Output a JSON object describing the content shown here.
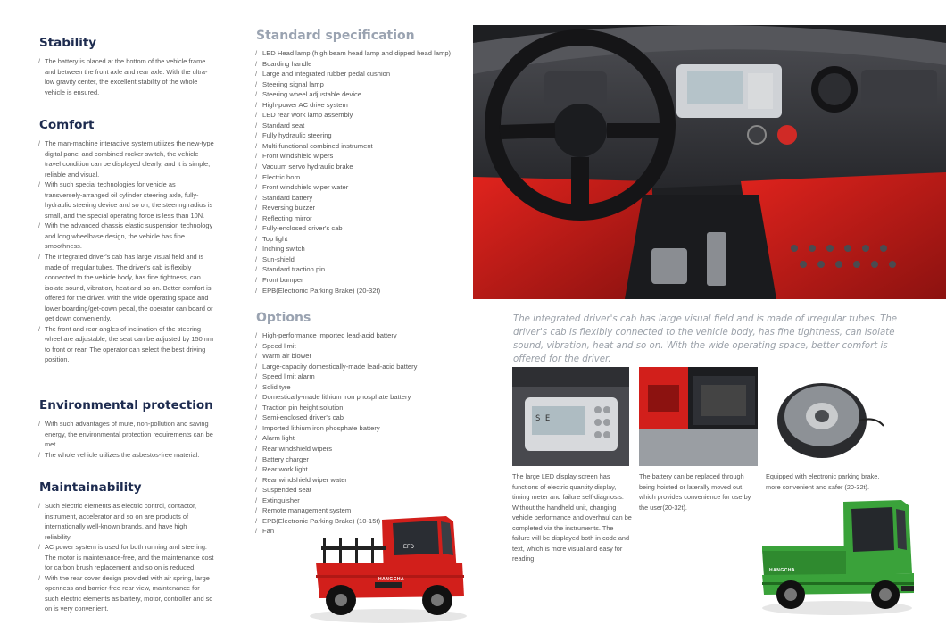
{
  "left": {
    "sections": [
      {
        "title": "Stability",
        "items": [
          "The battery is placed at the bottom of the vehicle frame and between the front axle and rear axle. With the ultra-low gravity center, the excellent stability of the whole vehicle is ensured."
        ]
      },
      {
        "title": "Comfort",
        "items": [
          "The man-machine interactive system utilizes the new-type digital panel and combined rocker switch, the vehicle travel condition can be displayed clearly, and it is simple, reliable and visual.",
          "With such special technologies for vehicle as transversely-arranged oil cylinder steering axle, fully-hydraulic steering device and so on, the steering radius is small, and the special operating force is less than 10N.",
          "With the advanced chassis elastic suspension technology and long wheelbase design, the vehicle has fine smoothness.",
          "The integrated driver's cab has large visual field and is made of irregular tubes. The driver's cab is flexibly connected to the vehicle body, has fine tightness, can isolate sound, vibration, heat and so on. Better comfort is offered for the driver. With the wide operating space and lower boarding/get-down pedal, the operator can board or get down conveniently.",
          "The front and rear angles of inclination of the steering wheel are adjustable; the seat can be adjusted by 150mm to front or rear. The operator can select the best driving position."
        ]
      },
      {
        "title": "Environmental protection",
        "items": [
          "With such advantages of mute, non-pollution and saving energy, the environmental protection requirements can be met.",
          "The whole vehicle utilizes the asbestos-free material."
        ]
      },
      {
        "title": "Maintainability",
        "items": [
          "Such electric elements as electric control, contactor, instrument, accelerator and so on are products of internationally well-known brands, and have high reliability.",
          "AC power system is used for both running and steering. The motor is maintenance-free, and the maintenance cost for carbon brush replacement and so on is reduced.",
          "With the rear cover design provided with air spring, large openness and barrier-free rear view, maintenance for such electric elements as battery, motor, controller and so on is very convenient."
        ]
      }
    ]
  },
  "standard": {
    "title": "Standard specification",
    "items": [
      "LED Head lamp (high beam head lamp and dipped head lamp)",
      "Boarding handle",
      "Large and integrated rubber pedal cushion",
      "Steering signal lamp",
      "Steering wheel adjustable device",
      "High-power AC drive system",
      "LED rear work lamp assembly",
      "Standard seat",
      "Fully hydraulic steering",
      "Multi-functional combined instrument",
      "Front windshield wipers",
      "Vacuum servo hydraulic brake",
      "Electric horn",
      "Front windshield wiper water",
      "Standard battery",
      "Reversing buzzer",
      "Reflecting mirror",
      "Fully-enclosed driver's cab",
      "Top light",
      "Inching switch",
      "Sun-shield",
      "Standard traction pin",
      "Front bumper",
      "EPB(Electronic Parking Brake) (20-32t)"
    ]
  },
  "options": {
    "title": "Options",
    "items": [
      "High-performance imported lead-acid battery",
      "Speed limit",
      "Warm air blower",
      "Large-capacity domestically-made lead-acid battery",
      "Speed limit alarm",
      "Solid tyre",
      "Domestically-made lithium iron phosphate battery",
      "Traction pin height solution",
      "Semi-enclosed driver's cab",
      "Imported lithium iron phosphate battery",
      "Alarm light",
      "Rear windshield wipers",
      "Battery charger",
      "Rear work light",
      "Rear windshield wiper water",
      "Suspended seat",
      "Extinguisher",
      "Remote management system",
      "EPB(Electronic Parking Brake) (10-15t)",
      "Fan"
    ]
  },
  "right": {
    "main_caption": "The integrated driver's cab has large visual field and is made of irregular tubes. The driver's cab is flexibly connected to the vehicle body, has fine tightness, can isolate sound, vibration, heat and so on. With the wide operating space, better comfort is offered for the driver.",
    "captions": [
      "The large LED display screen has functions of electric quantity display, timing meter and failure self-diagnosis. Without the handheld unit, changing vehicle performance and overhaul can be completed via the instruments. The failure will be displayed both in code and text, which is more visual and easy for reading.",
      "The battery can be replaced through being hoisted or laterally moved out, which provides convenience for use by the user(20-32t).",
      "Equipped with electronic parking brake, more convenient and safer (20-32t)."
    ],
    "brand_text": "HANGCHA"
  },
  "colors": {
    "heading": "#1d2b4f",
    "subheading": "#9aa3b1",
    "vehicle_red": "#d21f1b",
    "vehicle_green": "#3aa23a"
  }
}
